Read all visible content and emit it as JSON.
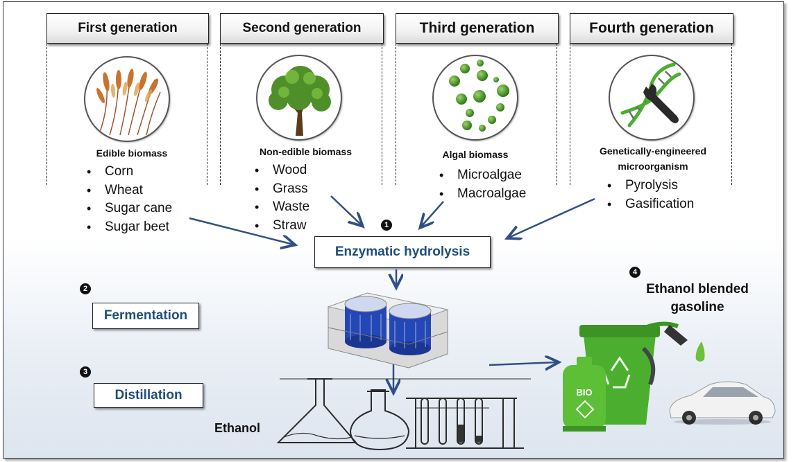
{
  "generations": [
    {
      "title": "First generation",
      "category": "Edible biomass",
      "items": [
        "Corn",
        "Wheat",
        "Sugar cane",
        "Sugar beet"
      ]
    },
    {
      "title": "Second generation",
      "category": "Non-edible biomass",
      "items": [
        "Wood",
        "Grass",
        "Waste",
        "Straw"
      ]
    },
    {
      "title": "Third generation",
      "category": "Algal biomass",
      "items": [
        "Microalgae",
        "Macroalgae"
      ]
    },
    {
      "title": "Fourth generation",
      "category": "Genetically-engineered microorganism",
      "items": [
        "Pyrolysis",
        "Gasification"
      ]
    }
  ],
  "steps": {
    "s1": {
      "num": "1",
      "label": "Enzymatic hydrolysis"
    },
    "s2": {
      "num": "2",
      "label": "Fermentation"
    },
    "s3": {
      "num": "3",
      "label": "Distillation"
    },
    "s4": {
      "num": "4",
      "label": "Ethanol blended gasoline"
    }
  },
  "product_label": "Ethanol",
  "can_label": "BIO",
  "colors": {
    "step_text": "#1f4e79",
    "arrow": "#2f4f86",
    "green": "#4cae2f"
  }
}
